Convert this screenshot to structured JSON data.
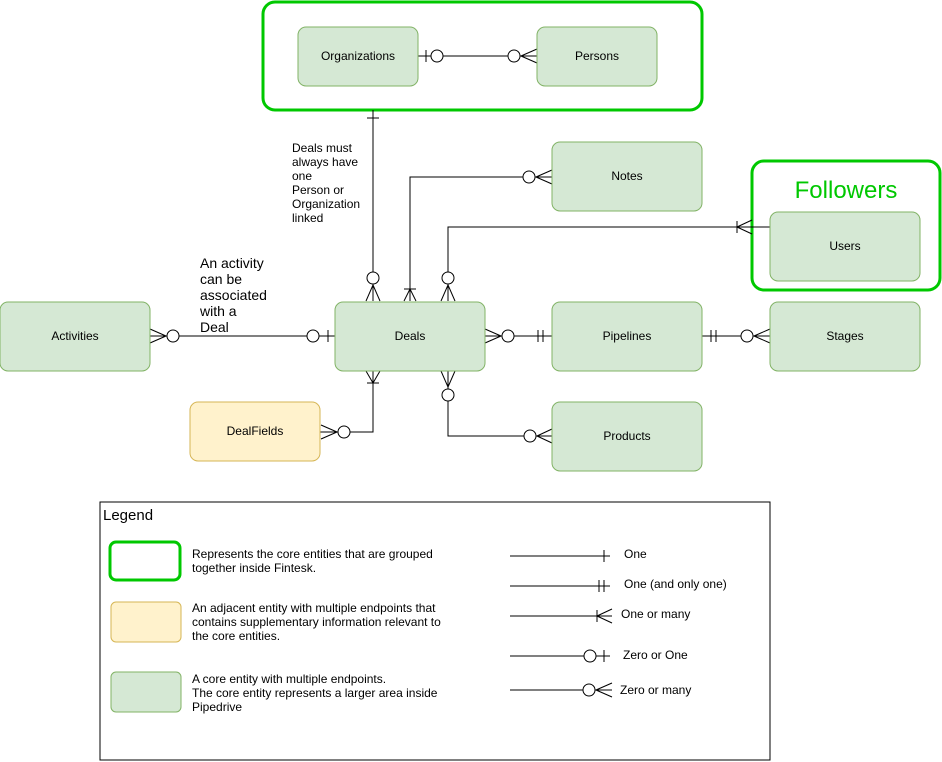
{
  "entities": {
    "organizations": "Organizations",
    "persons": "Persons",
    "notes": "Notes",
    "users": "Users",
    "activities": "Activities",
    "deals": "Deals",
    "pipelines": "Pipelines",
    "stages": "Stages",
    "dealfields": "DealFields",
    "products": "Products"
  },
  "groups": {
    "followers_title": "Followers"
  },
  "annotations": {
    "deals_link_note": "Deals must\nalways have\none\nPerson or\nOrganization\nlinked",
    "activity_note": "An activity\ncan be\nassociated\nwith a\nDeal"
  },
  "legend": {
    "title": "Legend",
    "core_group_desc": "Represents the core entities that are grouped\ntogether inside Fintesk.",
    "adjacent_desc": "An adjacent entity with multiple endpoints that\ncontains supplementary information relevant to\nthe core entities.",
    "core_entity_desc": "A core entity with multiple endpoints.\nThe core entity represents a larger area inside\nPipedrive",
    "one": "One",
    "one_only": "One (and only one)",
    "one_many": "One or many",
    "zero_one": "Zero or One",
    "zero_many": "Zero or many"
  },
  "colors": {
    "entity_fill": "#d5e8d4",
    "entity_stroke": "#82b366",
    "adjacent_fill": "#fff2cc",
    "adjacent_stroke": "#d6b656",
    "group_stroke": "#00c800"
  }
}
